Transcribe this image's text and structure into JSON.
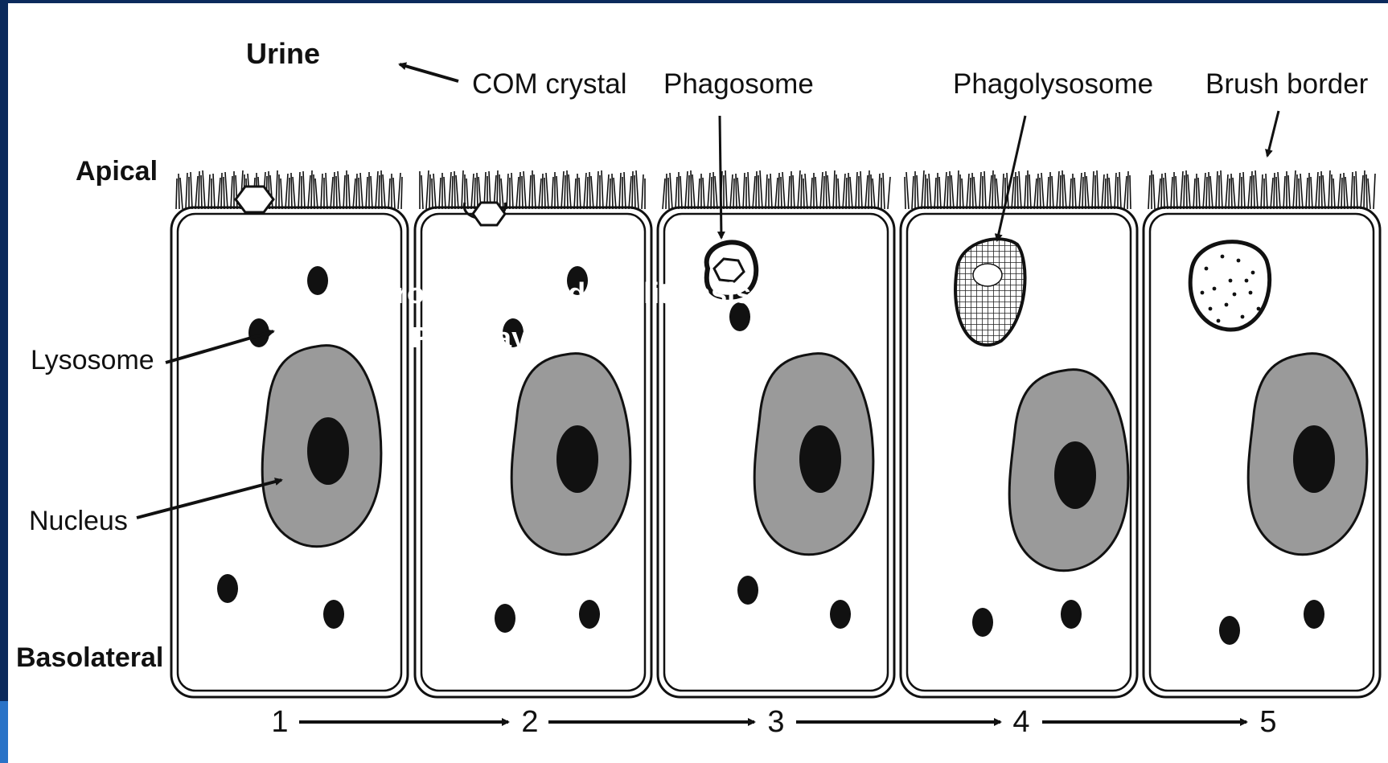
{
  "diagram": {
    "labels": {
      "urine": "Urine",
      "apical": "Apical",
      "basolateral": "Basolateral",
      "lysosome": "Lysosome",
      "nucleus": "Nucleus",
      "com_crystal": "COM crystal",
      "phagosome": "Phagosome",
      "phagolysosome": "Phagolysosome",
      "brush_border": "Brush border"
    },
    "steps": [
      "1",
      "2",
      "3",
      "4",
      "5"
    ],
    "overlay": {
      "line1": "Macrophages and Urolithiasis Parallels",
      "line2": "Pathway"
    },
    "colors": {
      "frame": "#0b2a5c",
      "accent": "#2a73c7",
      "nucleus_fill": "#9a9a9a",
      "ink": "#111111"
    }
  }
}
